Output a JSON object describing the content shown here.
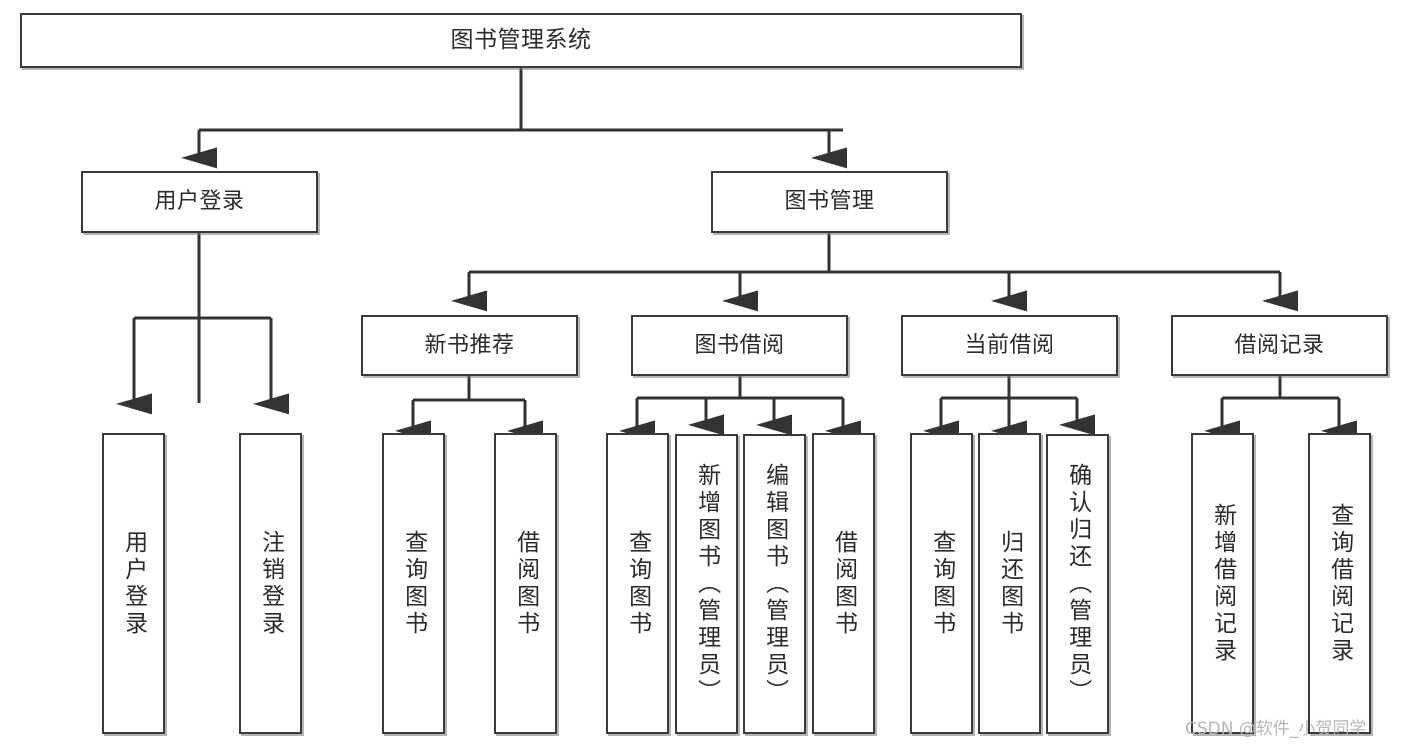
{
  "diagram": {
    "title": "图书管理系统",
    "type": "tree-hierarchy-diagram",
    "watermark": "CSDN @软件_小贺同学",
    "colors": {
      "box_border": "#3a3a3a",
      "box_fill": "#ffffff",
      "connector": "#333333",
      "text": "#2b2b2b",
      "watermark": "#b6b6b6"
    },
    "nodes": {
      "root": {
        "label": "图书管理系统"
      },
      "level2": [
        {
          "label": "用户登录"
        },
        {
          "label": "图书管理"
        }
      ],
      "level3": [
        {
          "label": "新书推荐"
        },
        {
          "label": "图书借阅"
        },
        {
          "label": "当前借阅"
        },
        {
          "label": "借阅记录"
        }
      ],
      "leaves": [
        {
          "label": "用户登录"
        },
        {
          "label": "注销登录"
        },
        {
          "label": "查询图书"
        },
        {
          "label": "借阅图书"
        },
        {
          "label": "查询图书"
        },
        {
          "label": "新增图书（管理员）"
        },
        {
          "label": "编辑图书（管理员）"
        },
        {
          "label": "借阅图书"
        },
        {
          "label": "查询图书"
        },
        {
          "label": "归还图书"
        },
        {
          "label": "确认归还（管理员）"
        },
        {
          "label": "新增借阅记录"
        },
        {
          "label": "查询借阅记录"
        }
      ]
    }
  }
}
